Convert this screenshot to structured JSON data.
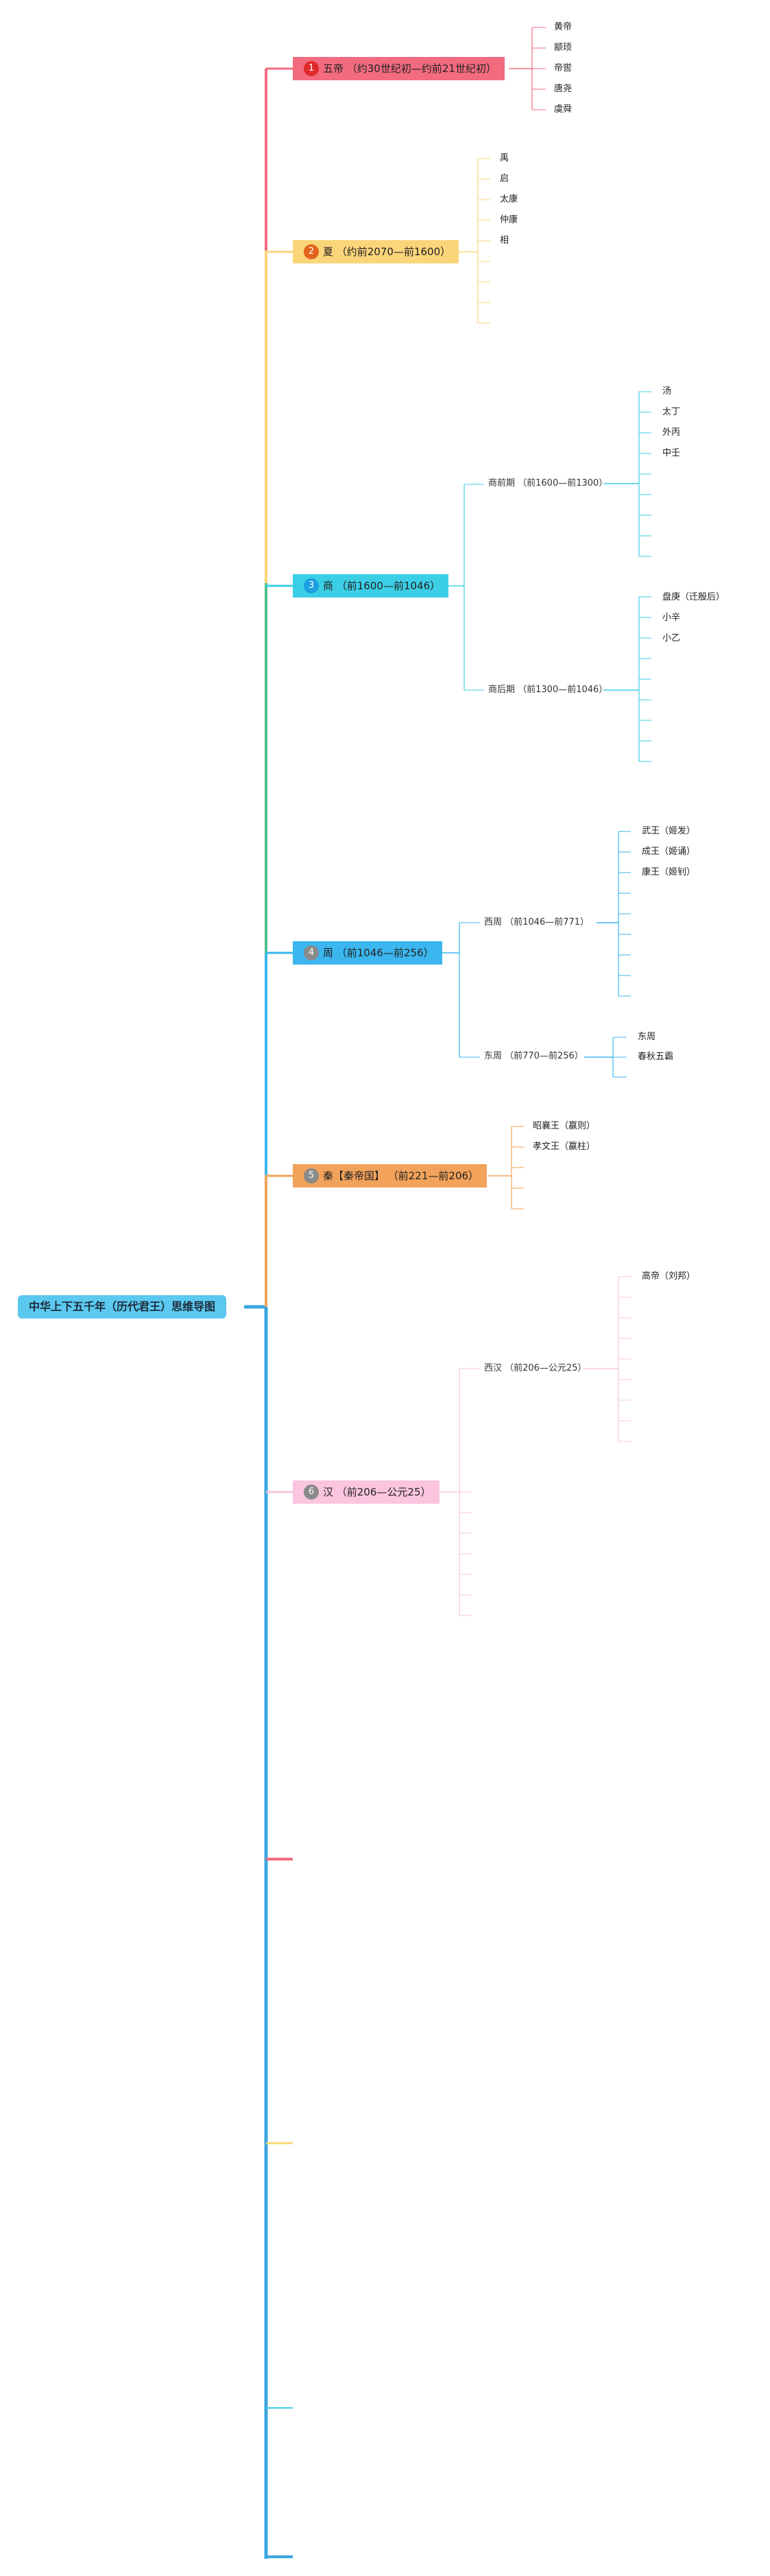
{
  "root": {
    "label": "中华上下五千年（历代君王）思维导图"
  },
  "eras": [
    {
      "badge": "1",
      "label": "五帝 （约30世纪初—约前21世纪初）",
      "color": "#f36b7f",
      "badge_color": "#e02a2a",
      "leaves": [
        "黄帝",
        "颛顼",
        "帝喾",
        "唐尧",
        "虞舜"
      ]
    },
    {
      "badge": "2",
      "label": "夏 （约前2070—前1600）",
      "color": "#fbd57a",
      "badge_color": "#e3631b",
      "leaves": [
        "禹",
        "启",
        "太康",
        "仲康",
        "相"
      ]
    },
    {
      "badge": "3",
      "label": "商 （前1600—前1046）",
      "color": "#3bcfe6",
      "badge_color": "#1aa0e0",
      "subs": [
        {
          "label": "商前期 （前1600—前1300）",
          "leaves": [
            "汤",
            "太丁",
            "外丙",
            "中壬"
          ]
        },
        {
          "label": "商后期 （前1300—前1046）",
          "leaves": [
            "盘庚（迁殷后）",
            "小辛",
            "小乙"
          ]
        }
      ]
    },
    {
      "badge": "4",
      "label": "周 （前1046—前256）",
      "color": "#3bb6ef",
      "badge_color": "#8a8a8a",
      "subs": [
        {
          "label": "西周 （前1046—前771）",
          "leaves": [
            "武王（姬发）",
            "成王（姬诵）",
            "康王（姬钊）"
          ]
        },
        {
          "label": "东周 （前770—前256）",
          "leaves": [
            "东周",
            "春秋五霸"
          ]
        }
      ]
    },
    {
      "badge": "5",
      "label": "秦【秦帝国】 （前221—前206）",
      "color": "#f2a25a",
      "badge_color": "#8a8a8a",
      "leaves": [
        "昭襄王（嬴则）",
        "孝文王（嬴柱）"
      ]
    },
    {
      "badge": "6",
      "label": "汉 （前206—公元25）",
      "color": "#fbc5df",
      "badge_color": "#8a8a8a",
      "subs": [
        {
          "label": "西汉 （前206—公元25）",
          "leaves": [
            "高帝（刘邦）"
          ]
        }
      ]
    }
  ]
}
